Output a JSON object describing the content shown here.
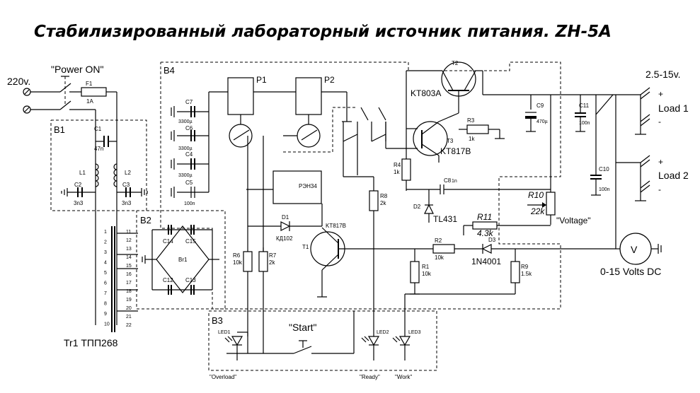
{
  "title": "Стабилизированный лабораторный источник питания. ZH-5A",
  "input": {
    "voltage": "220v.",
    "switch": "\"Power ON\"",
    "fuse": "F1",
    "fuse_rating": "1A"
  },
  "blocks": {
    "b1": "B1",
    "b2": "B2",
    "b3": "B3",
    "b4": "B4"
  },
  "b1": {
    "c1": "C1",
    "c1_val": "47n",
    "l1": "L1",
    "l2": "L2",
    "c2": "C2",
    "c2_val": "3n3",
    "c3": "C3",
    "c3_val": "3n3"
  },
  "transformer": {
    "label": "Tr1  ТПП268",
    "pins_left": [
      "1",
      "2",
      "3",
      "4",
      "5",
      "6",
      "7",
      "8",
      "9",
      "10"
    ],
    "pins_right": [
      "11",
      "12",
      "13",
      "14",
      "15",
      "16",
      "17",
      "18",
      "19",
      "20",
      "21",
      "22"
    ]
  },
  "b2": {
    "bridge": "Br1",
    "caps": [
      "C14",
      "C15",
      "C12",
      "C13"
    ]
  },
  "b4": {
    "caps": [
      {
        "name": "C7",
        "val": "3300µ"
      },
      {
        "name": "C6",
        "val": "3300µ"
      },
      {
        "name": "C4",
        "val": "3300µ"
      },
      {
        "name": "C5",
        "val": "100n"
      }
    ],
    "p1": "P1",
    "p2": "P2",
    "relay": "РЭН34",
    "d1": "D1",
    "d1_type": "КД102",
    "t1": "T1",
    "t1_type": "KT817B",
    "r6": "R6",
    "r6_val": "10k",
    "r7": "R7",
    "r7_val": "2k",
    "r8": "R8",
    "r8_val": "2k"
  },
  "reg": {
    "t2": "T2",
    "t2_type": "KT803A",
    "t3": "T3",
    "t3_type": "KT817B",
    "r3": "R3",
    "r3_val": "1k",
    "r4": "R4",
    "r4_val": "1k",
    "c8": "C8",
    "c8_val": "1n",
    "d2": "D2",
    "d2_type": "TL431",
    "c9": "C9",
    "c9_val": "470µ",
    "c11": "C11",
    "c11_val": "100n",
    "c10": "C10",
    "c10_val": "100n",
    "r10": "R10",
    "r10_val": "22k",
    "r10_name": "\"Voltage\"",
    "r11": "R11",
    "r11_val": "4.3k",
    "r2": "R2",
    "r2_val": "10k",
    "d3": "D3",
    "d3_type": "1N4001",
    "r1": "R1",
    "r1_val": "10k",
    "r9": "R9",
    "r9_val": "1.5k"
  },
  "output": {
    "range": "2.5-15v.",
    "load1": "Load 1",
    "load2": "Load 2",
    "plus": "+",
    "minus": "-",
    "meter": "V",
    "meter_label": "0-15 Volts DC"
  },
  "b3": {
    "led1": "LED1",
    "led1_name": "\"Overload\"",
    "start": "\"Start\"",
    "led2": "LED2",
    "led2_name": "\"Ready\"",
    "led3": "LED3",
    "led3_name": "\"Work\""
  }
}
